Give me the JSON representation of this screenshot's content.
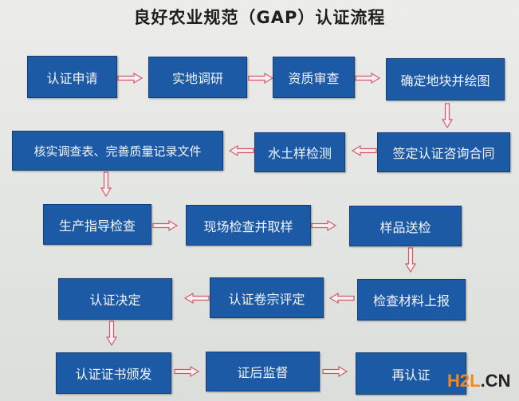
{
  "title": "良好农业规范（GAP）认证流程",
  "colors": {
    "box_fill": "#1d5aa6",
    "box_text": "#f2f5fa",
    "arrow": "#d05a6a",
    "background": "#e6e7e5"
  },
  "steps": [
    {
      "id": 1,
      "label": "认证申请"
    },
    {
      "id": 2,
      "label": "实地调研"
    },
    {
      "id": 3,
      "label": "资质审查"
    },
    {
      "id": 4,
      "label": "确定地块并绘图"
    },
    {
      "id": 5,
      "label": "签定认证咨询合同"
    },
    {
      "id": 6,
      "label": "水土样检测"
    },
    {
      "id": 7,
      "label": "核实调查表、完善质量记录文件"
    },
    {
      "id": 8,
      "label": "生产指导检查"
    },
    {
      "id": 9,
      "label": "现场检查并取样"
    },
    {
      "id": 10,
      "label": "样品送检"
    },
    {
      "id": 11,
      "label": "检查材料上报"
    },
    {
      "id": 12,
      "label": "认证卷宗评定"
    },
    {
      "id": 13,
      "label": "认证决定"
    },
    {
      "id": 14,
      "label": "认证证书颁发"
    },
    {
      "id": 15,
      "label": "证后监督"
    },
    {
      "id": 16,
      "label": "再认证"
    }
  ],
  "flow": [
    "1→2",
    "2→3",
    "3→4",
    "4↓5",
    "5←6",
    "6←7",
    "7↓8",
    "8→9",
    "9→10",
    "10↓11",
    "11←12",
    "12←13",
    "13↓14",
    "14→15",
    "15→16"
  ],
  "watermark": {
    "part1": "H2L",
    "part2": ".CN"
  }
}
